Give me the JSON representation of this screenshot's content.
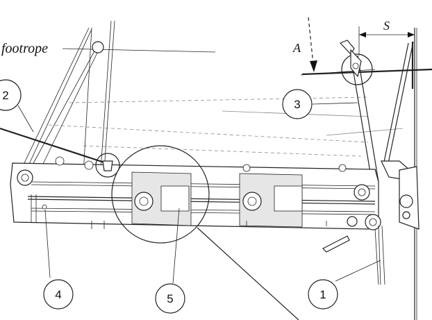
{
  "labels": {
    "footrope": "footrope",
    "force": "A",
    "distance": "S"
  },
  "callouts": [
    {
      "id": "c1",
      "text": "1"
    },
    {
      "id": "c2",
      "text": "2"
    },
    {
      "id": "c3",
      "text": "3"
    },
    {
      "id": "c4",
      "text": "4"
    },
    {
      "id": "c5",
      "text": "5"
    }
  ]
}
